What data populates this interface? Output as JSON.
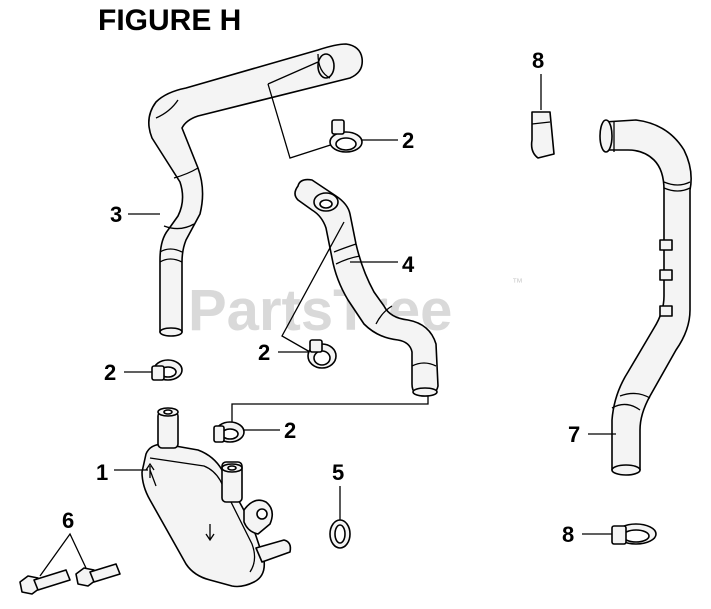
{
  "title": "FIGURE H",
  "watermark": "PartsTree",
  "trademark": "™",
  "callouts": {
    "c1": "1",
    "c2a": "2",
    "c2b": "2",
    "c2c": "2",
    "c2d": "2",
    "c3": "3",
    "c4": "4",
    "c5": "5",
    "c6": "6",
    "c7": "7",
    "c8a": "8",
    "c8b": "8"
  },
  "colors": {
    "line": "#000000",
    "part_fill": "#f4f4f4",
    "watermark": "#d9d9d9"
  }
}
